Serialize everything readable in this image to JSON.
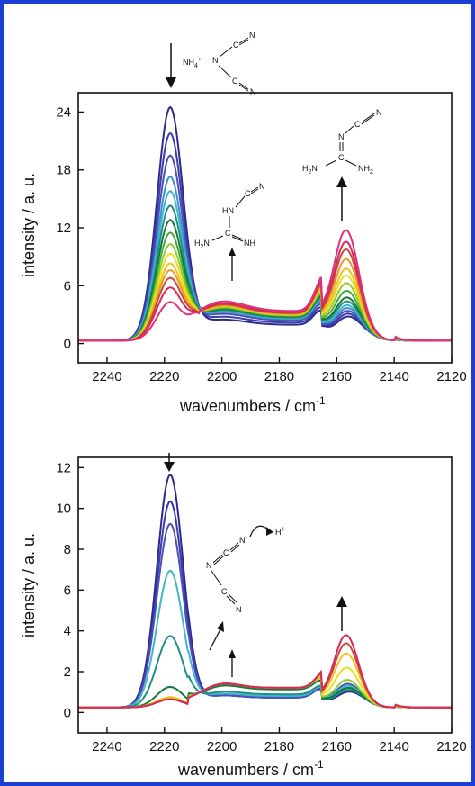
{
  "chart_data": [
    {
      "type": "line",
      "xlabel": "wavenumbers / cm",
      "xlabel_sup": "-1",
      "ylabel": "intensity / a. u.",
      "xlim": [
        2250,
        2120
      ],
      "ylim": [
        -2,
        26
      ],
      "x_ticks": [
        2240,
        2220,
        2200,
        2180,
        2160,
        2140,
        2120
      ],
      "y_ticks": [
        0,
        6,
        12,
        18,
        24
      ],
      "series_colors": [
        "#2b2a8c",
        "#3a3aa8",
        "#4b4fb8",
        "#3f8fcf",
        "#3fb7c9",
        "#1f8f84",
        "#147a3a",
        "#4aa83a",
        "#8fcf2a",
        "#e8e020",
        "#f4c21a",
        "#e79a2a",
        "#c84a3a",
        "#d8285a",
        "#e0307a"
      ],
      "series": [
        {
          "color": "#2b2a8c",
          "peak1": 24.2,
          "peak2": 1.8,
          "mid": 2.2,
          "bump": 2.4
        },
        {
          "color": "#3a3aa8",
          "peak1": 21.5,
          "peak2": 2.1,
          "mid": 2.5,
          "bump": 2.5
        },
        {
          "color": "#4b4fb8",
          "peak1": 19.2,
          "peak2": 2.4,
          "mid": 2.8,
          "bump": 2.6
        },
        {
          "color": "#3f8fcf",
          "peak1": 17.0,
          "peak2": 2.7,
          "mid": 3.0,
          "bump": 2.7
        },
        {
          "color": "#3fb7c9",
          "peak1": 15.5,
          "peak2": 3.0,
          "mid": 3.1,
          "bump": 2.8
        },
        {
          "color": "#1f8f84",
          "peak1": 14.0,
          "peak2": 3.4,
          "mid": 3.2,
          "bump": 2.9
        },
        {
          "color": "#147a3a",
          "peak1": 12.5,
          "peak2": 3.8,
          "mid": 3.3,
          "bump": 3.0
        },
        {
          "color": "#4aa83a",
          "peak1": 11.2,
          "peak2": 4.5,
          "mid": 3.4,
          "bump": 3.1
        },
        {
          "color": "#8fcf2a",
          "peak1": 10.0,
          "peak2": 5.3,
          "mid": 3.5,
          "bump": 3.1
        },
        {
          "color": "#e8e020",
          "peak1": 9.0,
          "peak2": 6.1,
          "mid": 3.6,
          "bump": 3.2
        },
        {
          "color": "#f4c21a",
          "peak1": 8.0,
          "peak2": 6.8,
          "mid": 3.6,
          "bump": 3.2
        },
        {
          "color": "#e79a2a",
          "peak1": 7.3,
          "peak2": 7.8,
          "mid": 3.7,
          "bump": 3.3
        },
        {
          "color": "#c84a3a",
          "peak1": 6.5,
          "peak2": 8.8,
          "mid": 3.8,
          "bump": 3.3
        },
        {
          "color": "#d8285a",
          "peak1": 5.5,
          "peak2": 9.6,
          "mid": 3.9,
          "bump": 3.4
        },
        {
          "color": "#e0307a",
          "peak1": 4.0,
          "peak2": 10.8,
          "mid": 4.1,
          "bump": 3.4
        }
      ],
      "peak1_center": 2218,
      "peak2_center": 2157,
      "annotations": {
        "species1": "NH4+ N(CN)2-",
        "species2": "HN-C(=NH)-NH2 / N-C≡N",
        "species3": "H2N-C(=N-C≡N)-NH2"
      }
    },
    {
      "type": "line",
      "xlabel": "wavenumbers / cm",
      "xlabel_sup": "-1",
      "ylabel": "intensity / a. u.",
      "xlim": [
        2250,
        2120
      ],
      "ylim": [
        -1,
        12.5
      ],
      "x_ticks": [
        2240,
        2220,
        2200,
        2180,
        2160,
        2140,
        2120
      ],
      "y_ticks": [
        0,
        2,
        4,
        6,
        8,
        10,
        12
      ],
      "series": [
        {
          "color": "#2b2a8c",
          "peak1": 11.4,
          "peak2": 0.6,
          "mid": 0.6
        },
        {
          "color": "#3a3aa8",
          "peak1": 10.1,
          "peak2": 0.8,
          "mid": 0.6
        },
        {
          "color": "#4b4fb8",
          "peak1": 9.0,
          "peak2": 1.0,
          "mid": 0.6
        },
        {
          "color": "#3fb7c9",
          "peak1": 6.7,
          "peak2": 0.9,
          "mid": 0.7
        },
        {
          "color": "#1f8f84",
          "peak1": 3.5,
          "peak2": 0.7,
          "mid": 0.8
        },
        {
          "color": "#147a3a",
          "peak1": 1.0,
          "peak2": 0.8,
          "mid": 1.1
        },
        {
          "color": "#8fcf2a",
          "peak1": 0.5,
          "peak2": 1.2,
          "mid": 1.2
        },
        {
          "color": "#e8e020",
          "peak1": 0.5,
          "peak2": 1.8,
          "mid": 1.2
        },
        {
          "color": "#f4c21a",
          "peak1": 0.5,
          "peak2": 2.5,
          "mid": 1.2
        },
        {
          "color": "#c84a3a",
          "peak1": 0.4,
          "peak2": 3.0,
          "mid": 1.2
        },
        {
          "color": "#d8285a",
          "peak1": 0.4,
          "peak2": 3.4,
          "mid": 1.2
        }
      ],
      "peak1_center": 2218,
      "peak2_center": 2157,
      "annotations": {
        "species1": "N=C=N- / C≡N",
        "proton": "H+"
      }
    }
  ],
  "labels": {
    "nh4": "NH",
    "nh4_sub": "4",
    "nh4_sup": "+",
    "n": "N",
    "c": "C",
    "hn": "HN",
    "nh": "NH",
    "h2n": "H",
    "h2n_sub": "2",
    "h2n_n": "N",
    "nh2": "NH",
    "nh2_sub": "2",
    "nminus": "N",
    "minus": "-",
    "hplus": "H",
    "plus": "+"
  }
}
